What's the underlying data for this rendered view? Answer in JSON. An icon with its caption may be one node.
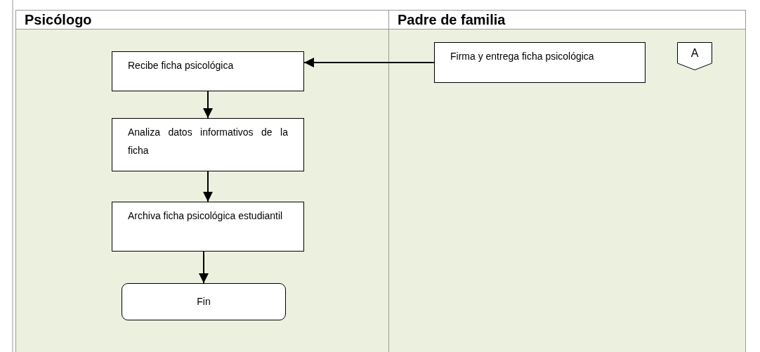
{
  "diagram": {
    "nodes": [
      {
        "text": [
          "Psicólogo"
        ]
      },
      {
        "text": [
          "Padre de familia"
        ]
      },
      {
        "text": [
          "Recibe ficha psicológica"
        ],
        "in": 0
      },
      {
        "text": [
          "Analiza datos informativos de la ficha"
        ],
        "in": 0
      },
      {
        "text": [
          "Archiva ficha psicológica estudiantil"
        ],
        "in": 0
      },
      {
        "text": [
          "Fin"
        ],
        "in": 0
      },
      {
        "text": [
          "Firma y entrega ficha psicológica"
        ],
        "in": 1
      },
      {
        "text": [
          "A"
        ],
        "in": 1
      }
    ],
    "edges": [
      {
        "from": 6,
        "to": 2,
        "arrow": "to"
      },
      {
        "from": 2,
        "to": 3,
        "arrow": "to"
      },
      {
        "from": 3,
        "to": 4,
        "arrow": "to"
      },
      {
        "from": 4,
        "to": 5,
        "arrow": "to"
      }
    ]
  }
}
